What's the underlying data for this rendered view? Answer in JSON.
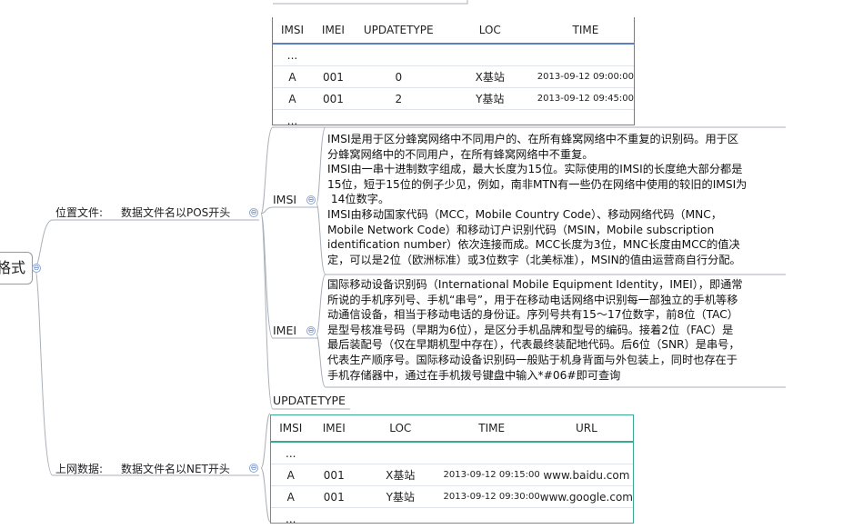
{
  "root": {
    "label": "格式"
  },
  "branches": {
    "location": {
      "label": "位置文件:",
      "desc": "数据文件名以POS开头"
    },
    "internet": {
      "label": "上网数据:",
      "desc": "数据文件名以NET开头"
    }
  },
  "toggle_icon": "⊖",
  "pos_table": {
    "headers": [
      "IMSI",
      "IMEI",
      "UPDATETYPE",
      "LOC",
      "TIME"
    ],
    "rows": [
      [
        "...",
        "",
        "",
        "",
        ""
      ],
      [
        "A",
        "001",
        "0",
        "X基站",
        "2013-09-12 09:00:00"
      ],
      [
        "A",
        "001",
        "2",
        "Y基站",
        "2013-09-12 09:45:00"
      ],
      [
        "...",
        "",
        "",
        "",
        ""
      ]
    ]
  },
  "fields": {
    "imsi": {
      "label": "IMSI",
      "desc": [
        "IMSI是用于区分蜂窝网络中不同用户的、在所有蜂窝网络中不重复的识别码。用于区",
        "分蜂窝网络中的不同用户，在所有蜂窝网络中不重复。",
        "IMSI由一串十进制数字组成，最大长度为15位。实际使用的IMSI的长度绝大部分都是",
        "15位，短于15位的例子少见，例如，南非MTN有一些仍在网络中使用的较旧的IMSI为",
        " 14位数字。",
        "IMSI由移动国家代码（MCC，Mobile Country Code）、移动网络代码（MNC，",
        "Mobile Network Code）和移动订户识别代码（MSIN，Mobile subscription",
        "identification number）依次连接而成。MCC长度为3位，MNC长度由MCC的值决",
        "定，可以是2位（欧洲标准）或3位数字（北美标准），MSIN的值由运营商自行分配。"
      ]
    },
    "imei": {
      "label": "IMEI",
      "desc": [
        "国际移动设备识别码（International Mobile Equipment Identity，IMEI），即通常",
        "所说的手机序列号、手机“串号”，用于在移动电话网络中识别每一部独立的手机等移",
        "动通信设备，相当于移动电话的身份证。序列号共有15～17位数字，前8位（TAC）",
        "是型号核准号码（早期为6位），是区分手机品牌和型号的编码。接着2位（FAC）是",
        "最后装配号（仅在早期机型中存在），代表最终装配地代码。后6位（SNR）是串号，",
        "代表生产顺序号。国际移动设备识别码一般贴于机身背面与外包装上，同时也存在于",
        "手机存储器中，通过在手机拨号键盘中输入*#06#即可查询"
      ]
    },
    "updatetype": {
      "label": "UPDATETYPE"
    }
  },
  "net_table": {
    "headers": [
      "IMSI",
      "IMEI",
      "LOC",
      "TIME",
      "URL"
    ],
    "rows": [
      [
        "...",
        "",
        "",
        "",
        ""
      ],
      [
        "A",
        "001",
        "X基站",
        "2013-09-12 09:15:00",
        "www.baidu.com"
      ],
      [
        "A",
        "001",
        "Y基站",
        "2013-09-12 09:30:00",
        "www.google.com"
      ],
      [
        "...",
        "",
        "",
        "",
        ""
      ]
    ]
  }
}
